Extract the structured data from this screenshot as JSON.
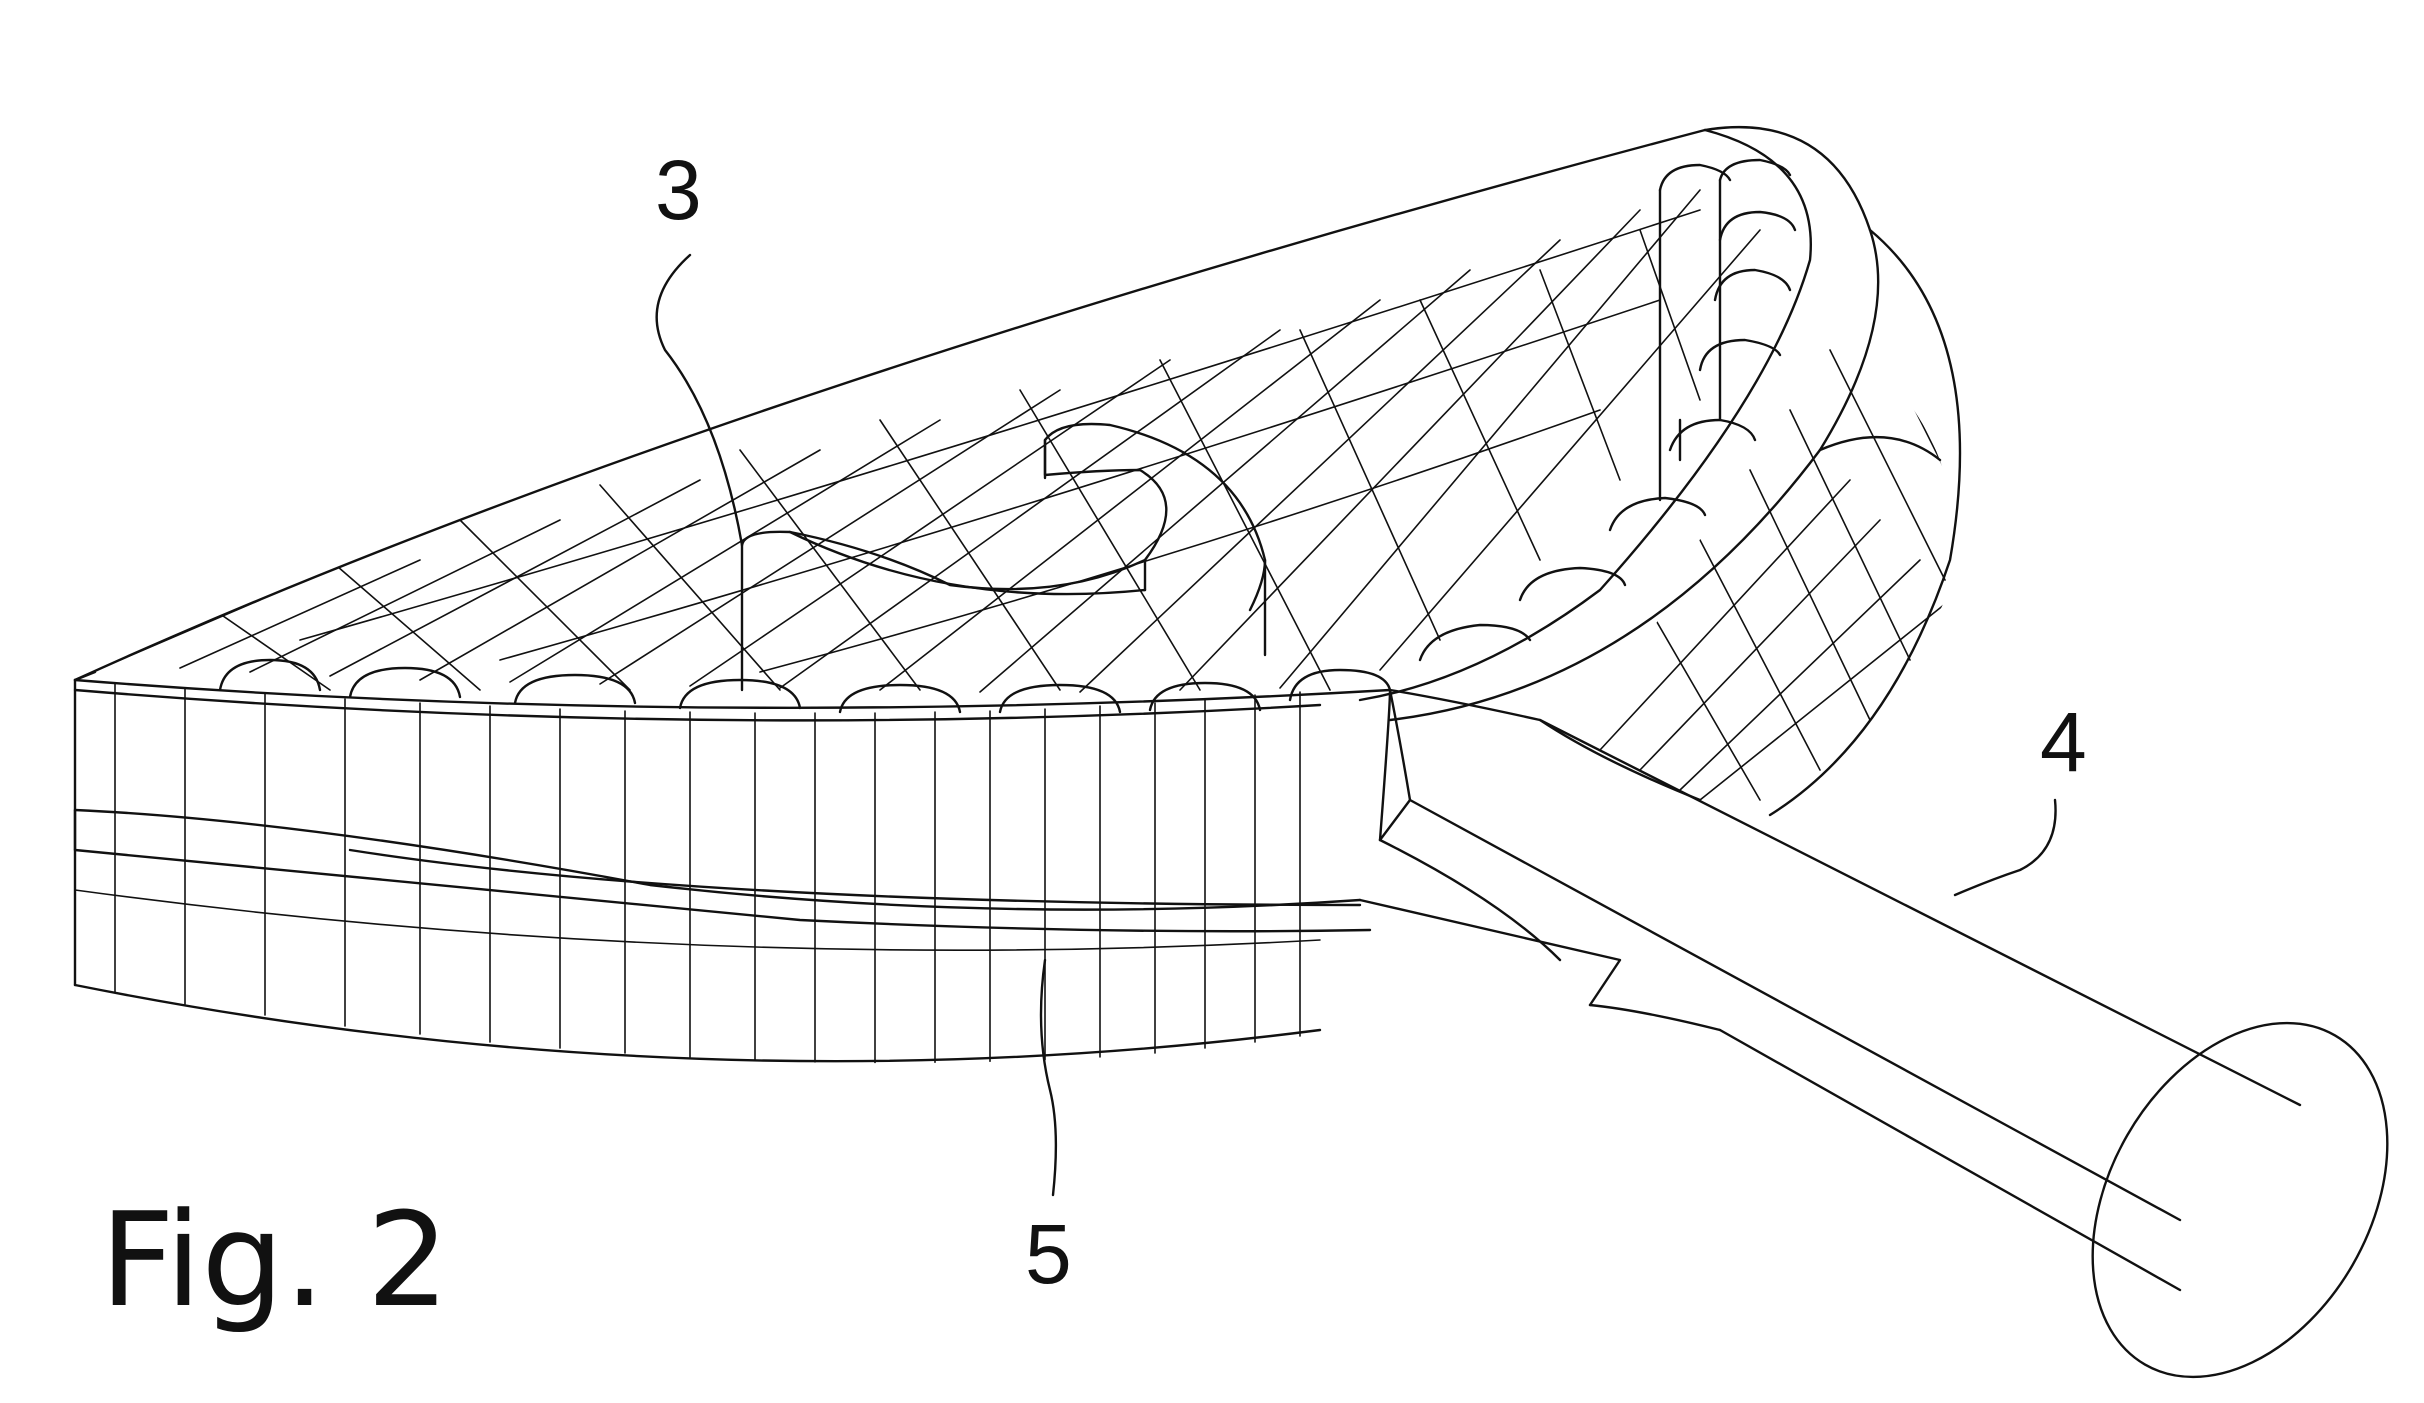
{
  "figure": {
    "caption": "Fig. 2",
    "reference_numerals": {
      "part_3": "3",
      "part_4": "4",
      "part_5": "5"
    },
    "line_color": "#111111",
    "background_color": "#ffffff"
  }
}
